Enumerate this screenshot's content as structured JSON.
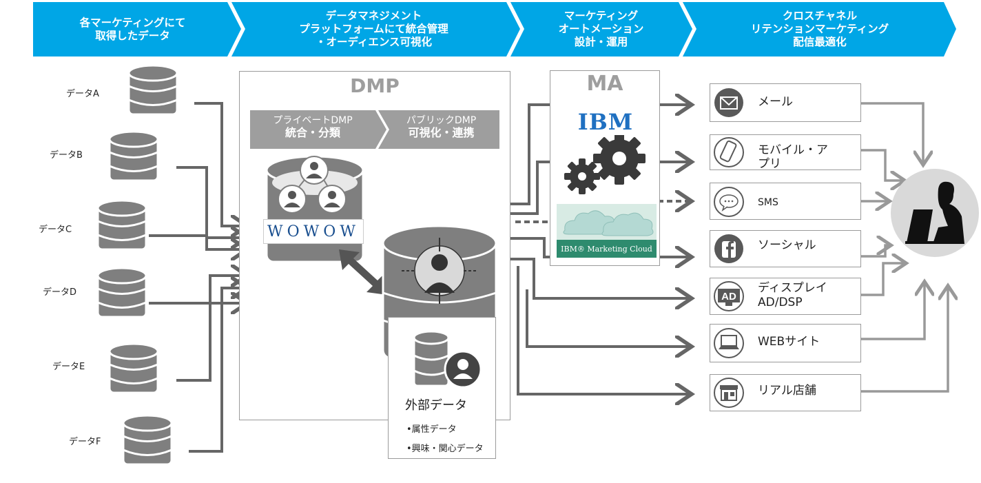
{
  "header": {
    "steps": [
      {
        "text": "各マーケティングにて\n取得したデータ"
      },
      {
        "text": "データマネジメント\nプラットフォームにて統合管理\n・オーディエンス可視化"
      },
      {
        "text": "マーケティング\nオートメーション\n設計・運用"
      },
      {
        "text": "クロスチャネル\nリテンションマーケティング\n配信最適化"
      }
    ],
    "color": "#00A6E6"
  },
  "sources": [
    {
      "label": "データA"
    },
    {
      "label": "データB"
    },
    {
      "label": "データC"
    },
    {
      "label": "データD"
    },
    {
      "label": "データE"
    },
    {
      "label": "データF"
    }
  ],
  "dmp": {
    "title": "DMP",
    "private_tag": {
      "line1": "プライベートDMP",
      "line2": "統合・分類"
    },
    "public_tag": {
      "line1": "パブリックDMP",
      "line2": "可視化・連携"
    },
    "brand": "WOWOW",
    "external": {
      "title": "外部データ",
      "items": [
        "•属性データ",
        "•興味・関心データ"
      ]
    }
  },
  "ma": {
    "title": "MA",
    "ibm_logo": "IBM",
    "cloud_label": "IBM® Marketing Cloud",
    "cloud_color": "#2E8B6E"
  },
  "channels": [
    {
      "label": "メール",
      "icon": "mail-icon"
    },
    {
      "label": "モバイル・ア\nプリ",
      "icon": "mobile-icon"
    },
    {
      "label": "SMS",
      "icon": "sms-icon"
    },
    {
      "label": "ソーシャル",
      "icon": "facebook-icon"
    },
    {
      "label": "ディスプレイ\nAD/DSP",
      "icon": "ad-icon"
    },
    {
      "label": "WEBサイト",
      "icon": "laptop-icon"
    },
    {
      "label": "リアル店舗",
      "icon": "store-icon"
    }
  ],
  "colors": {
    "arrow": "#666666",
    "db": "#7f7f7f",
    "target_circle": "#d9d9d9"
  }
}
